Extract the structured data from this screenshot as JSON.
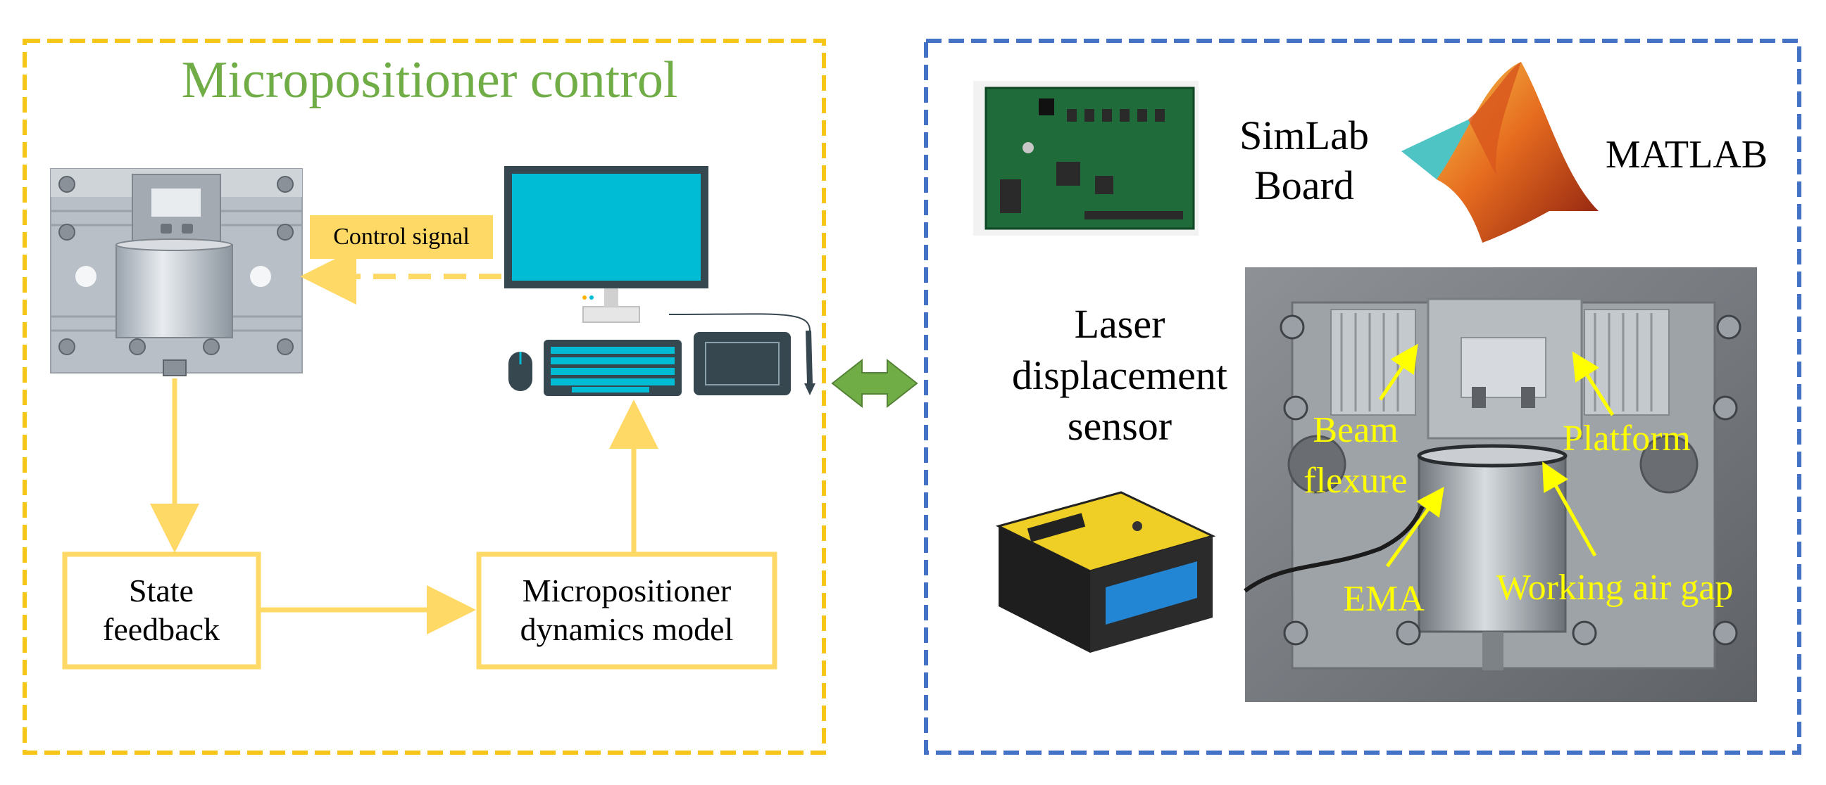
{
  "left_panel": {
    "title": "Micropositioner control",
    "control_signal_label": "Control signal",
    "state_feedback_box": {
      "line1": "State",
      "line2": "feedback"
    },
    "dynamics_model_box": {
      "line1": "Micropositioner",
      "line2": "dynamics model"
    }
  },
  "right_panel": {
    "simlab_label": {
      "line1": "SimLab",
      "line2": "Board"
    },
    "matlab_label": "MATLAB",
    "laser_label": {
      "line1": "Laser",
      "line2": "displacement",
      "line3": "sensor"
    },
    "photo_annotations": {
      "beam_flexure": {
        "line1": "Beam",
        "line2": "flexure"
      },
      "platform": "Platform",
      "ema": "EMA",
      "working_air_gap": "Working air gap"
    }
  },
  "colors": {
    "left_border": "#F5C518",
    "right_border": "#4472C4",
    "title_green": "#70AD47",
    "flow_yellow": "#FFD966",
    "label_fill": "#FFD966",
    "double_arrow_green": "#70AD47",
    "annotation_yellow": "#FFFF00",
    "monitor_screen": "#00BCD4",
    "device_dark": "#37474F"
  }
}
